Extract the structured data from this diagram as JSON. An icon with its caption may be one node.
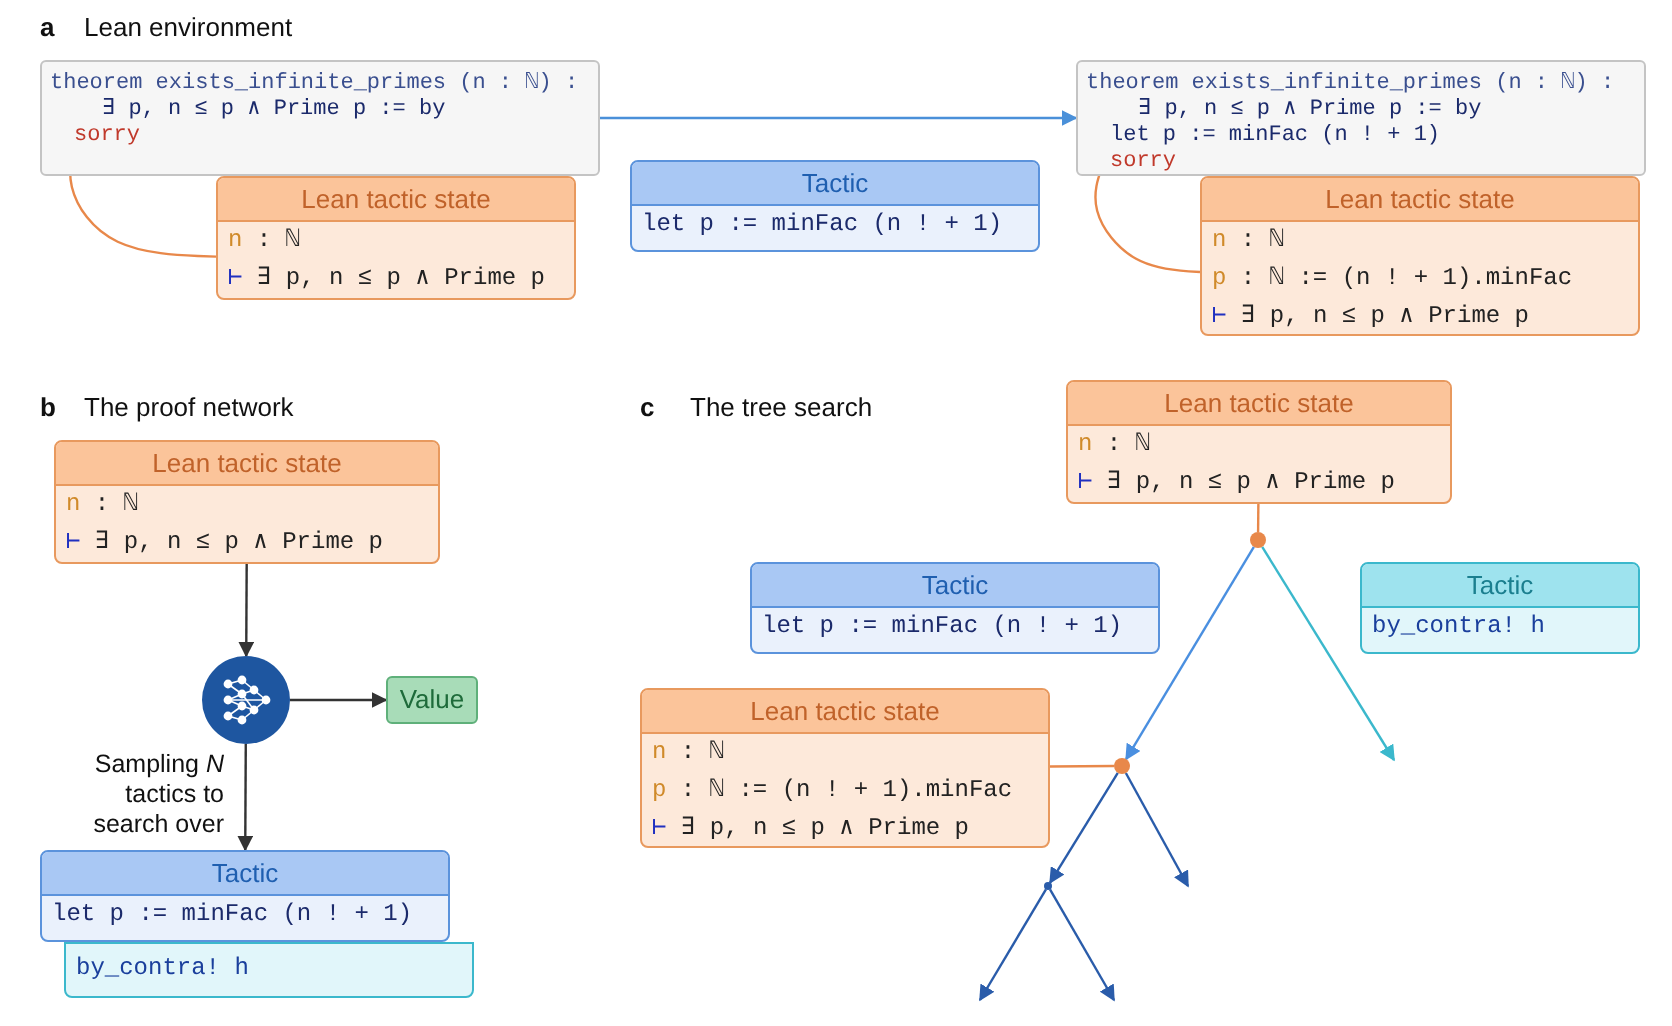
{
  "diagram": {
    "nodes": [
      {
        "text": [
          "theorem exists_infinite_primes (n : ℕ) :",
          "∃ p, n ≤ p ∧ Prime p := by",
          "sorry"
        ]
      },
      {
        "text": [
          "Lean tactic state",
          "n : ℕ",
          "⊢ ∃ p, n ≤ p ∧ Prime p"
        ]
      },
      {
        "text": [
          "Tactic",
          "let p := minFac (n ! + 1)"
        ]
      },
      {
        "text": [
          "theorem exists_infinite_primes (n : ℕ) :",
          "∃ p, n ≤ p ∧ Prime p := by",
          "let p := minFac (n ! + 1)",
          "sorry"
        ]
      },
      {
        "text": [
          "Lean tactic state",
          "n : ℕ",
          "p : ℕ := (n ! + 1).minFac",
          "⊢ ∃ p, n ≤ p ∧ Prime p"
        ]
      },
      {
        "text": [
          "Lean tactic state",
          "n : ℕ",
          "⊢ ∃ p, n ≤ p ∧ Prime p"
        ]
      },
      {
        "text": [],
        "shape": "circle"
      },
      {
        "text": [
          "Value"
        ]
      },
      {
        "text": [
          "Tactic",
          "let p := minFac (n ! + 1)"
        ]
      },
      {
        "text": [
          "by_contra! h"
        ]
      },
      {
        "text": [
          "Lean tactic state",
          "n : ℕ",
          "⊢ ∃ p, n ≤ p ∧ Prime p"
        ]
      },
      {
        "text": [
          "Tactic",
          "let p := minFac (n ! + 1)"
        ]
      },
      {
        "text": [
          "Tactic",
          "by_contra! h"
        ]
      },
      {
        "text": [
          "Lean tactic state",
          "n : ℕ",
          "p : ℕ := (n ! + 1).minFac",
          "⊢ ∃ p, n ≤ p ∧ Prime p"
        ]
      },
      {
        "text": [],
        "shape": "circle"
      },
      {
        "text": [],
        "shape": "circle"
      },
      {
        "text": [],
        "shape": "point"
      }
    ],
    "edges": [
      {
        "from": 0,
        "to": 3,
        "arrow": "to",
        "color": "#4a90d9"
      },
      {
        "from": 0,
        "to": 1,
        "arrow": "none",
        "color": "#e8884a"
      },
      {
        "from": 3,
        "to": 4,
        "arrow": "none",
        "color": "#e8884a"
      },
      {
        "from": 5,
        "to": 6,
        "arrow": "to",
        "color": "#333333"
      },
      {
        "from": 6,
        "to": 7,
        "arrow": "to",
        "color": "#333333"
      },
      {
        "from": 6,
        "to": 8,
        "arrow": "to",
        "color": "#333333",
        "label": "Sampling *N* tactics to search over"
      },
      {
        "from": 10,
        "to": 14,
        "arrow": "none",
        "color": "#e8884a"
      },
      {
        "from": 14,
        "to": 15,
        "arrow": "to",
        "color": "#4a8fe0"
      },
      {
        "from": 14,
        "to": null,
        "arrow": "to",
        "color": "#3bb8cc"
      },
      {
        "from": 13,
        "to": 15,
        "arrow": "none",
        "color": "#e8884a"
      },
      {
        "from": 15,
        "to": 16,
        "arrow": "to",
        "color": "#2a5caa"
      },
      {
        "from": 15,
        "to": null,
        "arrow": "to",
        "color": "#2a5caa"
      },
      {
        "from": 16,
        "to": null,
        "arrow": "to",
        "color": "#2a5caa"
      },
      {
        "from": 16,
        "to": null,
        "arrow": "to",
        "color": "#2a5caa"
      }
    ],
    "labels": [
      "a",
      "Lean environment",
      "b",
      "The proof network",
      "c",
      "The tree search"
    ]
  }
}
